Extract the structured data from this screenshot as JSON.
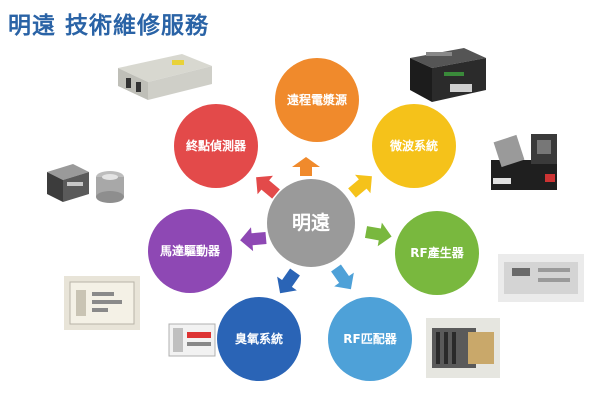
{
  "title": "明遠 技術維修服務",
  "center": {
    "label": "明遠",
    "color": "#9a9a9a"
  },
  "nodes": [
    {
      "label": "遠程電漿源",
      "color": "#f08a2c"
    },
    {
      "label": "微波系統",
      "color": "#f5c21a"
    },
    {
      "label": "RF產生器",
      "color": "#79b83e"
    },
    {
      "label": "RF匹配器",
      "color": "#4ea1d8"
    },
    {
      "label": "臭氧系統",
      "color": "#2a64b6"
    },
    {
      "label": "馬達驅動器",
      "color": "#8e48b4"
    },
    {
      "label": "終點偵測器",
      "color": "#e34a4a"
    }
  ],
  "icons": [
    "remote-plasma-source-unit-photo",
    "microwave-system-unit-photo",
    "waveguide-assembly-photo",
    "rf-generator-unit-photo",
    "rf-matcher-unit-photo",
    "ozone-generator-unit-photo",
    "motor-driver-unit-photo",
    "endpoint-detector-unit-photo",
    "rack-power-supply-photo"
  ]
}
